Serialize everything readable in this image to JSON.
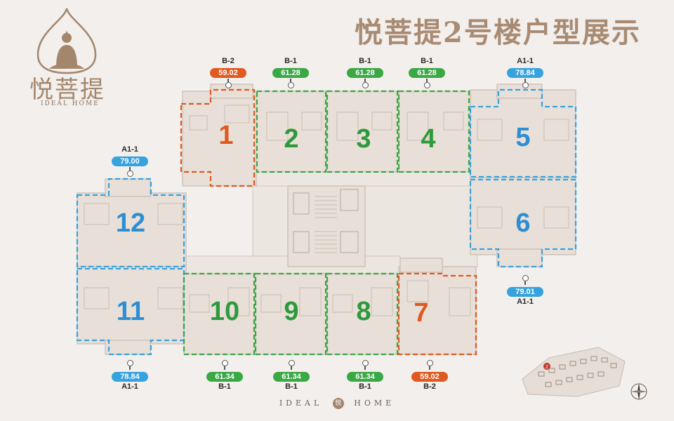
{
  "header": {
    "title": "悦菩提2号楼户型展示"
  },
  "logo": {
    "name": "悦菩提",
    "subtitle": "IDEAL HOME"
  },
  "footer": {
    "left": "IDEAL",
    "mark": "悦",
    "right": "HOME"
  },
  "colors": {
    "orange": "#e0591f",
    "green": "#39a845",
    "blue": "#36a3df",
    "brand": "#a98b73"
  },
  "units": [
    {
      "num": "1",
      "type": "B-2",
      "area": "59.02",
      "color": "orange"
    },
    {
      "num": "2",
      "type": "B-1",
      "area": "61.28",
      "color": "green"
    },
    {
      "num": "3",
      "type": "B-1",
      "area": "61.28",
      "color": "green"
    },
    {
      "num": "4",
      "type": "B-1",
      "area": "61.28",
      "color": "green"
    },
    {
      "num": "5",
      "type": "A1-1",
      "area": "78.84",
      "color": "blue"
    },
    {
      "num": "6",
      "type": "A1-1",
      "area": "79.01",
      "color": "blue"
    },
    {
      "num": "7",
      "type": "B-2",
      "area": "59.02",
      "color": "orange"
    },
    {
      "num": "8",
      "type": "B-1",
      "area": "61.34",
      "color": "green"
    },
    {
      "num": "9",
      "type": "B-1",
      "area": "61.34",
      "color": "green"
    },
    {
      "num": "10",
      "type": "B-1",
      "area": "61.34",
      "color": "green"
    },
    {
      "num": "11",
      "type": "A1-1",
      "area": "78.84",
      "color": "blue"
    },
    {
      "num": "12",
      "type": "A1-1",
      "area": "79.00",
      "color": "blue"
    }
  ],
  "minimap": {
    "marker": "2"
  }
}
